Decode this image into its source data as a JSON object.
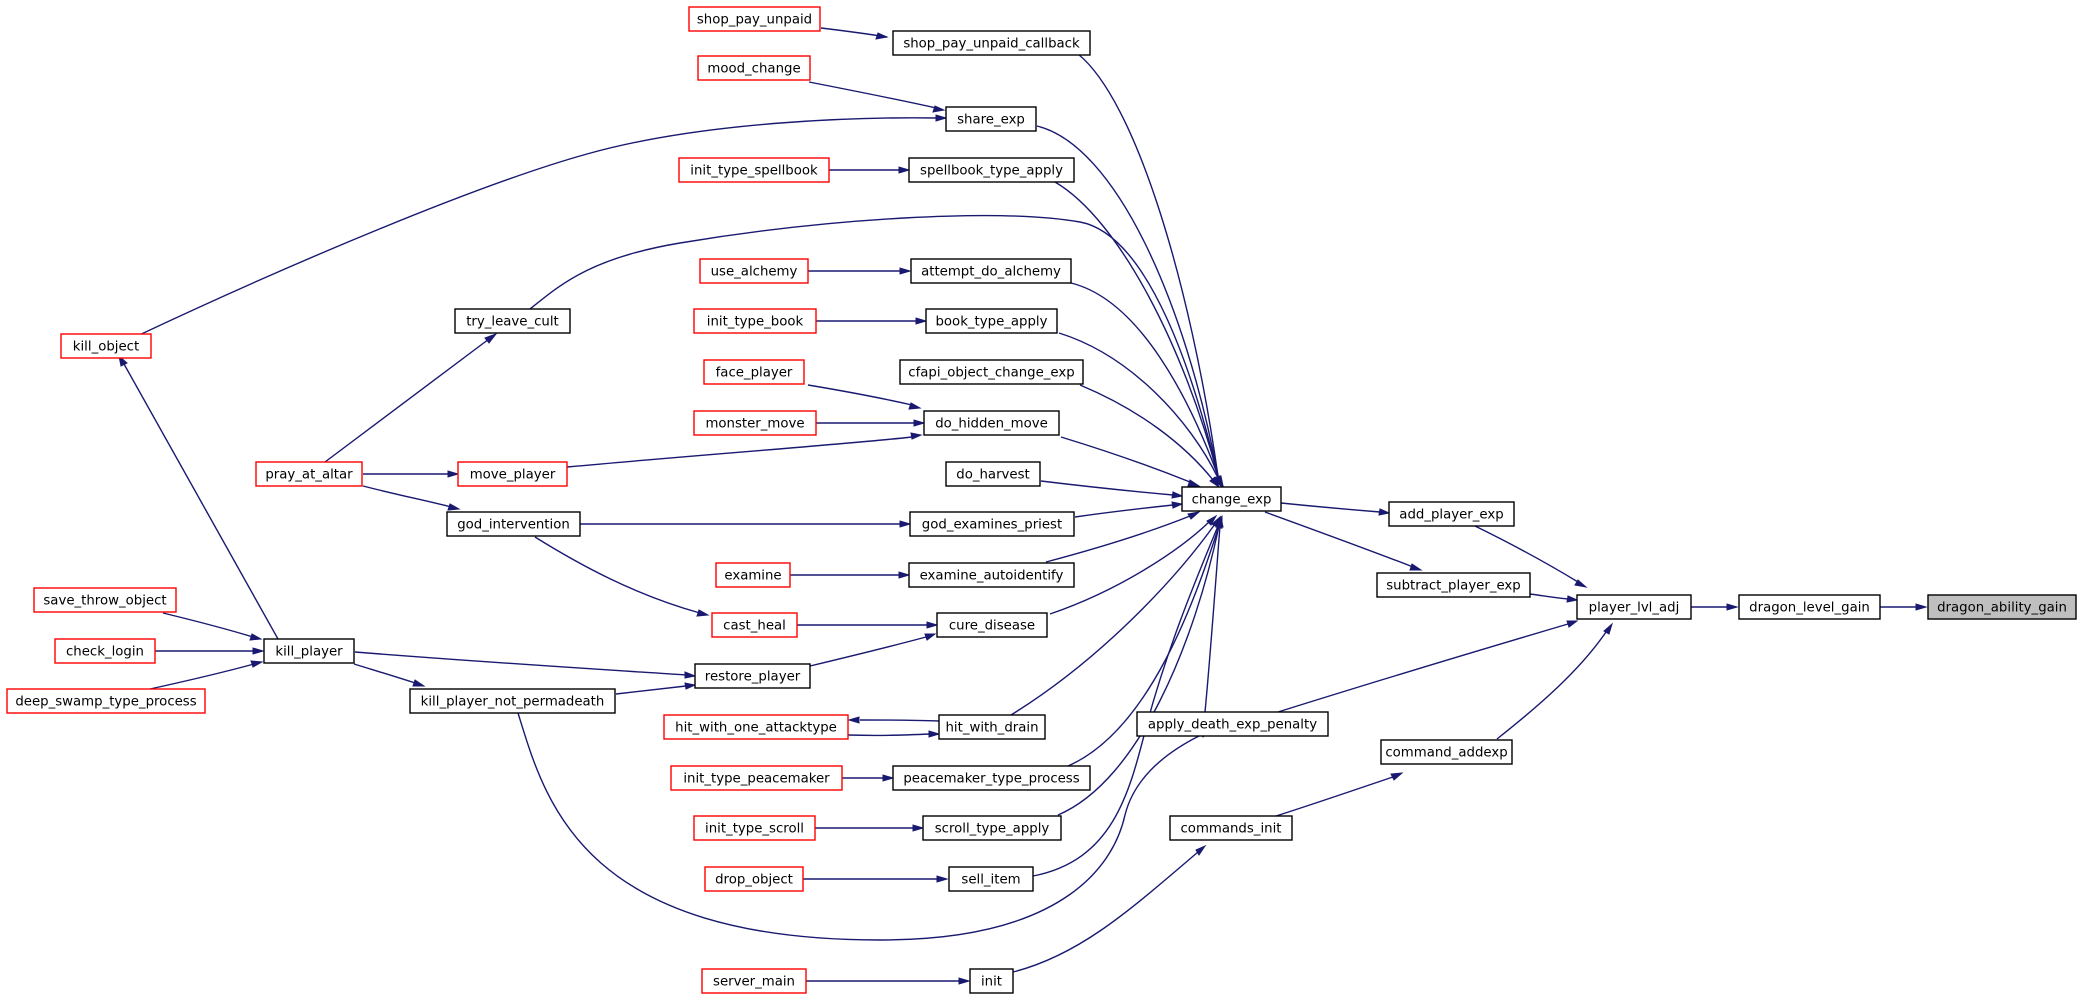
{
  "nodes": {
    "n_shop_pay_unpaid": {
      "label": "shop_pay_unpaid",
      "link": "red"
    },
    "n_shop_pay_unpaid_callback": {
      "label": "shop_pay_unpaid_callback",
      "link": "black"
    },
    "n_mood_change": {
      "label": "mood_change",
      "link": "red"
    },
    "n_share_exp": {
      "label": "share_exp",
      "link": "black"
    },
    "n_init_type_spellbook": {
      "label": "init_type_spellbook",
      "link": "red"
    },
    "n_spellbook_type_apply": {
      "label": "spellbook_type_apply",
      "link": "black"
    },
    "n_use_alchemy": {
      "label": "use_alchemy",
      "link": "red"
    },
    "n_attempt_do_alchemy": {
      "label": "attempt_do_alchemy",
      "link": "black"
    },
    "n_try_leave_cult": {
      "label": "try_leave_cult",
      "link": "black"
    },
    "n_init_type_book": {
      "label": "init_type_book",
      "link": "red"
    },
    "n_book_type_apply": {
      "label": "book_type_apply",
      "link": "black"
    },
    "n_kill_object": {
      "label": "kill_object",
      "link": "red"
    },
    "n_face_player": {
      "label": "face_player",
      "link": "red"
    },
    "n_cfapi_object_change_exp": {
      "label": "cfapi_object_change_exp",
      "link": "black"
    },
    "n_monster_move": {
      "label": "monster_move",
      "link": "red"
    },
    "n_do_hidden_move": {
      "label": "do_hidden_move",
      "link": "black"
    },
    "n_pray_at_altar": {
      "label": "pray_at_altar",
      "link": "red"
    },
    "n_move_player": {
      "label": "move_player",
      "link": "red"
    },
    "n_do_harvest": {
      "label": "do_harvest",
      "link": "black"
    },
    "n_change_exp": {
      "label": "change_exp",
      "link": "black"
    },
    "n_add_player_exp": {
      "label": "add_player_exp",
      "link": "black"
    },
    "n_god_intervention": {
      "label": "god_intervention",
      "link": "black"
    },
    "n_god_examines_priest": {
      "label": "god_examines_priest",
      "link": "black"
    },
    "n_examine": {
      "label": "examine",
      "link": "red"
    },
    "n_examine_autoidentify": {
      "label": "examine_autoidentify",
      "link": "black"
    },
    "n_subtract_player_exp": {
      "label": "subtract_player_exp",
      "link": "black"
    },
    "n_save_throw_object": {
      "label": "save_throw_object",
      "link": "red"
    },
    "n_cast_heal": {
      "label": "cast_heal",
      "link": "red"
    },
    "n_cure_disease": {
      "label": "cure_disease",
      "link": "black"
    },
    "n_player_lvl_adj": {
      "label": "player_lvl_adj",
      "link": "black"
    },
    "n_dragon_level_gain": {
      "label": "dragon_level_gain",
      "link": "black"
    },
    "n_dragon_ability_gain": {
      "label": "dragon_ability_gain",
      "link": "focus"
    },
    "n_check_login": {
      "label": "check_login",
      "link": "red"
    },
    "n_kill_player": {
      "label": "kill_player",
      "link": "black"
    },
    "n_restore_player": {
      "label": "restore_player",
      "link": "black"
    },
    "n_deep_swamp_type_process": {
      "label": "deep_swamp_type_process",
      "link": "red"
    },
    "n_kill_player_not_permadeath": {
      "label": "kill_player_not_permadeath",
      "link": "black"
    },
    "n_apply_death_exp_penalty": {
      "label": "apply_death_exp_penalty",
      "link": "black"
    },
    "n_hit_with_one_attacktype": {
      "label": "hit_with_one_attacktype",
      "link": "red"
    },
    "n_hit_with_drain": {
      "label": "hit_with_drain",
      "link": "black"
    },
    "n_command_addexp": {
      "label": "command_addexp",
      "link": "black"
    },
    "n_init_type_peacemaker": {
      "label": "init_type_peacemaker",
      "link": "red"
    },
    "n_peacemaker_type_process": {
      "label": "peacemaker_type_process",
      "link": "black"
    },
    "n_init_type_scroll": {
      "label": "init_type_scroll",
      "link": "red"
    },
    "n_scroll_type_apply": {
      "label": "scroll_type_apply",
      "link": "black"
    },
    "n_commands_init": {
      "label": "commands_init",
      "link": "black"
    },
    "n_drop_object": {
      "label": "drop_object",
      "link": "red"
    },
    "n_sell_item": {
      "label": "sell_item",
      "link": "black"
    },
    "n_server_main": {
      "label": "server_main",
      "link": "red"
    },
    "n_init": {
      "label": "init",
      "link": "black"
    }
  },
  "edges": [
    {
      "from": "n_shop_pay_unpaid",
      "to": "n_shop_pay_unpaid_callback"
    },
    {
      "from": "n_mood_change",
      "to": "n_share_exp"
    },
    {
      "from": "n_kill_object",
      "to": "n_share_exp"
    },
    {
      "from": "n_init_type_spellbook",
      "to": "n_spellbook_type_apply"
    },
    {
      "from": "n_use_alchemy",
      "to": "n_attempt_do_alchemy"
    },
    {
      "from": "n_pray_at_altar",
      "to": "n_try_leave_cult"
    },
    {
      "from": "n_init_type_book",
      "to": "n_book_type_apply"
    },
    {
      "from": "n_kill_player",
      "to": "n_kill_object"
    },
    {
      "from": "n_face_player",
      "to": "n_do_hidden_move"
    },
    {
      "from": "n_monster_move",
      "to": "n_do_hidden_move"
    },
    {
      "from": "n_move_player",
      "to": "n_do_hidden_move"
    },
    {
      "from": "n_pray_at_altar",
      "to": "n_move_player"
    },
    {
      "from": "n_pray_at_altar",
      "to": "n_god_intervention"
    },
    {
      "from": "n_god_intervention",
      "to": "n_god_examines_priest"
    },
    {
      "from": "n_god_intervention",
      "to": "n_cast_heal"
    },
    {
      "from": "n_examine",
      "to": "n_examine_autoidentify"
    },
    {
      "from": "n_cast_heal",
      "to": "n_cure_disease"
    },
    {
      "from": "n_save_throw_object",
      "to": "n_kill_player"
    },
    {
      "from": "n_check_login",
      "to": "n_kill_player"
    },
    {
      "from": "n_deep_swamp_type_process",
      "to": "n_kill_player"
    },
    {
      "from": "n_kill_player",
      "to": "n_restore_player"
    },
    {
      "from": "n_kill_player",
      "to": "n_kill_player_not_permadeath"
    },
    {
      "from": "n_kill_player_not_permadeath",
      "to": "n_restore_player"
    },
    {
      "from": "n_restore_player",
      "to": "n_cure_disease"
    },
    {
      "from": "n_kill_player_not_permadeath",
      "to": "n_apply_death_exp_penalty"
    },
    {
      "from": "n_hit_with_drain",
      "to": "n_hit_with_one_attacktype"
    },
    {
      "from": "n_hit_with_one_attacktype",
      "to": "n_hit_with_drain"
    },
    {
      "from": "n_init_type_peacemaker",
      "to": "n_peacemaker_type_process"
    },
    {
      "from": "n_init_type_scroll",
      "to": "n_scroll_type_apply"
    },
    {
      "from": "n_drop_object",
      "to": "n_sell_item"
    },
    {
      "from": "n_server_main",
      "to": "n_init"
    },
    {
      "from": "n_init",
      "to": "n_commands_init"
    },
    {
      "from": "n_commands_init",
      "to": "n_command_addexp"
    },
    {
      "from": "n_shop_pay_unpaid_callback",
      "to": "n_change_exp"
    },
    {
      "from": "n_share_exp",
      "to": "n_change_exp"
    },
    {
      "from": "n_spellbook_type_apply",
      "to": "n_change_exp"
    },
    {
      "from": "n_try_leave_cult",
      "to": "n_change_exp"
    },
    {
      "from": "n_attempt_do_alchemy",
      "to": "n_change_exp"
    },
    {
      "from": "n_book_type_apply",
      "to": "n_change_exp"
    },
    {
      "from": "n_cfapi_object_change_exp",
      "to": "n_change_exp"
    },
    {
      "from": "n_do_hidden_move",
      "to": "n_change_exp"
    },
    {
      "from": "n_do_harvest",
      "to": "n_change_exp"
    },
    {
      "from": "n_god_examines_priest",
      "to": "n_change_exp"
    },
    {
      "from": "n_examine_autoidentify",
      "to": "n_change_exp"
    },
    {
      "from": "n_cure_disease",
      "to": "n_change_exp"
    },
    {
      "from": "n_hit_with_drain",
      "to": "n_change_exp"
    },
    {
      "from": "n_peacemaker_type_process",
      "to": "n_change_exp"
    },
    {
      "from": "n_scroll_type_apply",
      "to": "n_change_exp"
    },
    {
      "from": "n_sell_item",
      "to": "n_change_exp"
    },
    {
      "from": "n_apply_death_exp_penalty",
      "to": "n_change_exp"
    },
    {
      "from": "n_change_exp",
      "to": "n_add_player_exp"
    },
    {
      "from": "n_change_exp",
      "to": "n_subtract_player_exp"
    },
    {
      "from": "n_add_player_exp",
      "to": "n_player_lvl_adj"
    },
    {
      "from": "n_subtract_player_exp",
      "to": "n_player_lvl_adj"
    },
    {
      "from": "n_apply_death_exp_penalty",
      "to": "n_player_lvl_adj"
    },
    {
      "from": "n_command_addexp",
      "to": "n_player_lvl_adj"
    },
    {
      "from": "n_player_lvl_adj",
      "to": "n_dragon_level_gain"
    },
    {
      "from": "n_dragon_level_gain",
      "to": "n_dragon_ability_gain"
    }
  ],
  "colors": {
    "edge": "#191970",
    "node_border_linked": "#000000",
    "node_border_external": "#ff0000",
    "focus_fill": "#bfbfbf",
    "background": "#ffffff"
  }
}
